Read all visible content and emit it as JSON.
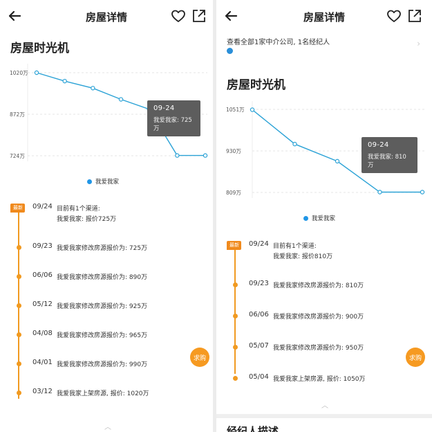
{
  "nav": {
    "title": "房屋详情"
  },
  "section_title": "房屋时光机",
  "left": {
    "tooltip": {
      "date": "09-24",
      "label": "我爱我家: 725万"
    },
    "legend": "我爱我家",
    "latest_badge": "最新",
    "latest": {
      "date": "09/24",
      "line1": "目前有1个渠道:",
      "line2": "我爱我家: 报价725万"
    },
    "history": [
      {
        "date": "09/23",
        "text": "我爱我家修改房源报价为: 725万"
      },
      {
        "date": "06/06",
        "text": "我爱我家修改房源报价为: 890万"
      },
      {
        "date": "05/12",
        "text": "我爱我家修改房源报价为: 925万"
      },
      {
        "date": "04/08",
        "text": "我爱我家修改房源报价为: 965万"
      },
      {
        "date": "04/01",
        "text": "我爱我家修改房源报价为: 990万"
      },
      {
        "date": "03/12",
        "text": "我爱我家上架房源, 报价: 1020万"
      }
    ],
    "fab_label": "求购"
  },
  "right": {
    "notice": "查看全部1家中介公司, 1名经纪人",
    "tooltip": {
      "date": "09-24",
      "label": "我爱我家: 810万"
    },
    "legend": "我爱我家",
    "latest_badge": "最新",
    "latest": {
      "date": "09/24",
      "line1": "目前有1个渠道:",
      "line2": "我爱我家: 报价810万"
    },
    "history": [
      {
        "date": "09/23",
        "text": "我爱我家修改房源报价为: 810万"
      },
      {
        "date": "06/06",
        "text": "我爱我家修改房源报价为: 900万"
      },
      {
        "date": "05/07",
        "text": "我爱我家修改房源报价为: 950万"
      },
      {
        "date": "05/04",
        "text": "我爱我家上架房源, 报价: 1050万"
      }
    ],
    "fab_label": "求购",
    "next_section": "经纪人描述"
  },
  "chart_data": [
    {
      "type": "line",
      "ylim": [
        724,
        1020
      ],
      "yticks": [
        "1020万",
        "872万",
        "724万"
      ],
      "yvalues": [
        1020,
        872,
        724
      ],
      "series": [
        {
          "name": "我爱我家",
          "values": [
            1020,
            990,
            965,
            925,
            890,
            725,
            725
          ]
        }
      ],
      "color": "#2ba2d6"
    },
    {
      "type": "line",
      "ylim": [
        809,
        1051
      ],
      "yticks": [
        "1051万",
        "930万",
        "809万"
      ],
      "yvalues": [
        1051,
        930,
        809
      ],
      "series": [
        {
          "name": "我爱我家",
          "values": [
            1050,
            950,
            900,
            810,
            810
          ]
        }
      ],
      "color": "#2ba2d6"
    }
  ]
}
